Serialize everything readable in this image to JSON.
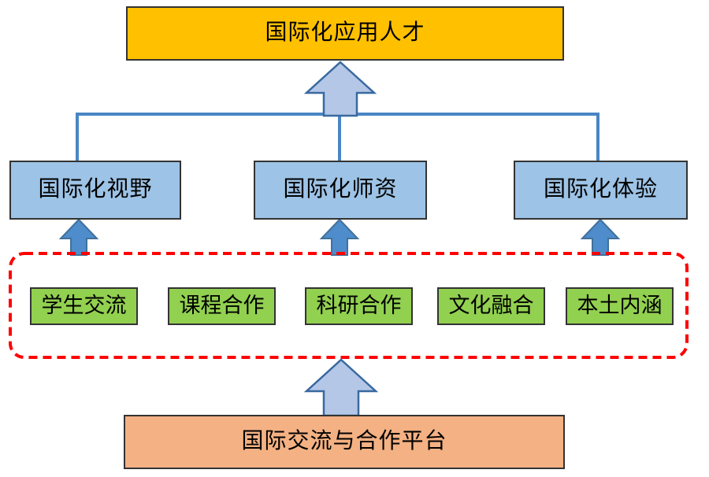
{
  "diagram": {
    "goal": {
      "label": "国际化应用人才"
    },
    "pillars": [
      {
        "label": "国际化视野"
      },
      {
        "label": "国际化师资"
      },
      {
        "label": "国际化体验"
      }
    ],
    "programs": [
      {
        "label": "学生交流"
      },
      {
        "label": "课程合作"
      },
      {
        "label": "科研合作"
      },
      {
        "label": "文化融合"
      },
      {
        "label": "本土内涵"
      }
    ],
    "platform": {
      "label": "国际交流与合作平台"
    }
  },
  "colors": {
    "goal_fill": "#FFC000",
    "pillar_fill": "#9DC3E6",
    "program_fill": "#92D050",
    "platform_fill": "#F4B183",
    "box_border": "#333333",
    "text": "#000000",
    "big_arrow_fill": "#B4C7E7",
    "big_arrow_stroke": "#39699F",
    "small_arrow_fill": "#4E8CCB",
    "small_arrow_stroke": "#41719C",
    "connector_stroke": "#4A86C4",
    "dashed_outline": "#FF0000"
  }
}
